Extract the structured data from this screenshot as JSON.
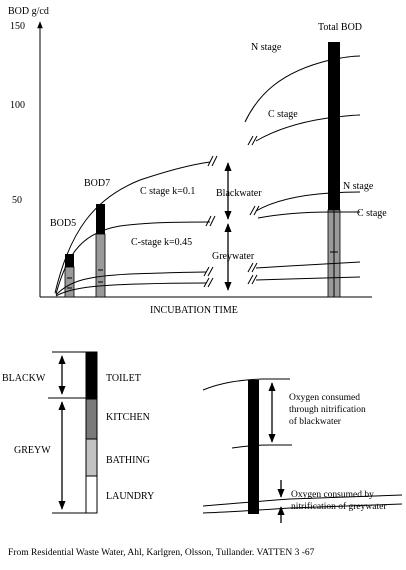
{
  "chart": {
    "y_axis_label": "BOD g/cd",
    "y_ticks": [
      "150",
      "100",
      "50"
    ],
    "x_axis_label": "INCUBATION TIME",
    "labels": {
      "total_bod": "Total BOD",
      "n_stage_top": "N stage",
      "c_stage_top": "C stage",
      "bod7": "BOD7",
      "bod5": "BOD5",
      "c_stage_k01": "C stage k=0.1",
      "c_stage_k045": "C-stage k=0.45",
      "blackwater": "Blackwater",
      "greywater": "Greywater",
      "n_stage_mid": "N stage",
      "c_stage_mid": "C stage"
    }
  },
  "legend_bar": {
    "blackw_label": "BLACKW",
    "greyw_label": "GREYW",
    "segments": [
      {
        "label": "TOILET",
        "color": "#000000"
      },
      {
        "label": "KITCHEN",
        "color": "#7a7a7a"
      },
      {
        "label": "BATHING",
        "color": "#c2c2c2"
      },
      {
        "label": "LAUNDRY",
        "color": "#ffffff"
      }
    ]
  },
  "nitrification": {
    "blackwater_lines": [
      "Oxygen consumed",
      "through nitrification",
      "of blackwater"
    ],
    "greywater_lines": [
      "Oxygen consumed by",
      "nitrification of greywater"
    ]
  },
  "footer": "From Residential Waste Water, Ahl, Karlgren, Olsson, Tullander.  VATTEN 3 -67"
}
